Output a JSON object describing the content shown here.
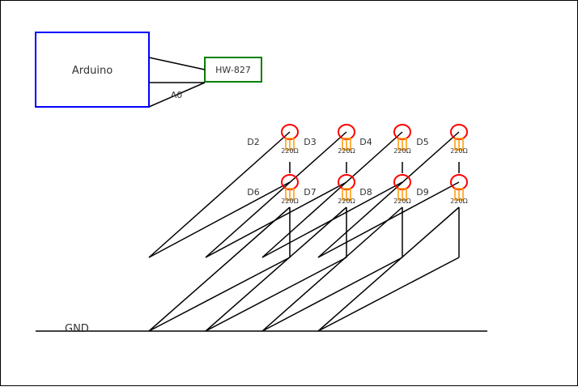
{
  "components": {
    "arduino": {
      "label": "Arduino",
      "border_color": "#0000ff"
    },
    "sensor": {
      "label": "HW-827",
      "border_color": "#008000"
    },
    "pin": {
      "label": "A0"
    },
    "ground": {
      "label": "GND"
    }
  },
  "leds": {
    "ring_color": "#ff0000",
    "resistor_color": "#ff9900",
    "row1": [
      {
        "label": "D2",
        "resistor": "220Ω"
      },
      {
        "label": "D3",
        "resistor": "220Ω"
      },
      {
        "label": "D4",
        "resistor": "220Ω"
      },
      {
        "label": "D5",
        "resistor": "220Ω"
      }
    ],
    "row2": [
      {
        "label": "D6",
        "resistor": "220Ω"
      },
      {
        "label": "D7",
        "resistor": "220Ω"
      },
      {
        "label": "D8",
        "resistor": "220Ω"
      },
      {
        "label": "D9",
        "resistor": "220Ω"
      }
    ]
  }
}
